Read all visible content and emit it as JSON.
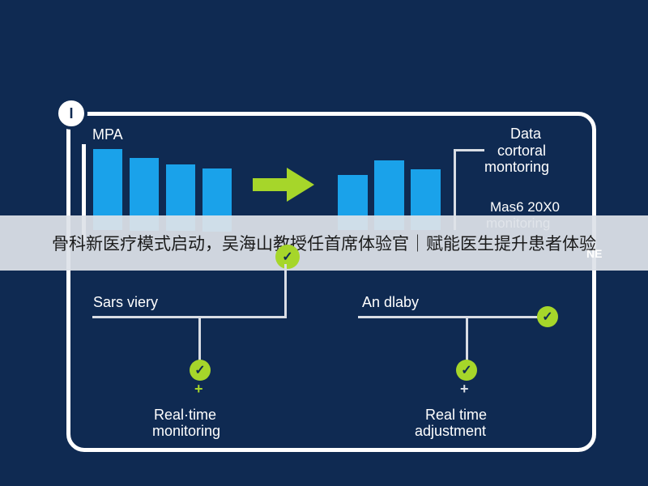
{
  "banner": {
    "text": "骨科新医疗模式启动，吴海山教授任首席体验官｜赋能医生提升患者体验"
  },
  "badge": {
    "label": "I"
  },
  "left_panel": {
    "label": "MPA"
  },
  "right_panel": {
    "title_line1": "Data",
    "title_line2": "cortoral",
    "title_line3": "montoring",
    "subtitle_line1": "Mas6 20X0",
    "subtitle_line2": "monitoring",
    "fragment": "NE"
  },
  "flow": {
    "left_label": "Sars viery",
    "right_label": "An dlaby",
    "left_caption_line1": "Real·time",
    "left_caption_line2": "monitoring",
    "right_caption_line1": "Real time",
    "right_caption_line2": "adjustment"
  },
  "colors": {
    "background": "#0f2a52",
    "bar": "#1aa2ea",
    "accent": "#a6d62a",
    "frame": "#ffffff"
  }
}
